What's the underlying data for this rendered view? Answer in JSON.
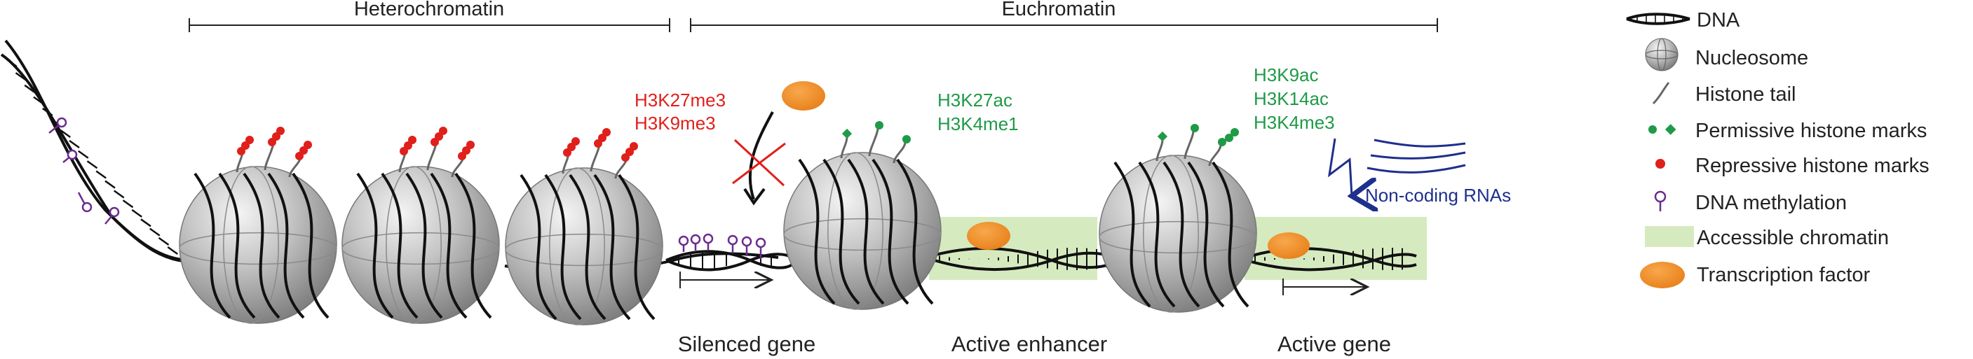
{
  "regions": {
    "heterochromatin": "Heterochromatin",
    "euchromatin": "Euchromatin"
  },
  "gene_labels": {
    "silenced_gene": "Silenced gene",
    "active_enhancer": "Active enhancer",
    "active_gene": "Active gene"
  },
  "marks": {
    "repressive": [
      "H3K27me3",
      "H3K9me3"
    ],
    "enhancer": [
      "H3K27ac",
      "H3K4me1"
    ],
    "promoter": [
      "H3K9ac",
      "H3K14ac",
      "H3K4me3"
    ]
  },
  "rna_label": "Non-coding RNAs",
  "legend": {
    "items": [
      {
        "icon": "dna-icon",
        "label": "DNA"
      },
      {
        "icon": "nucleosome-icon",
        "label": "Nucleosome"
      },
      {
        "icon": "histone-tail-icon",
        "label": "Histone tail"
      },
      {
        "icon": "permissive-marks-icon",
        "label": "Permissive histone marks"
      },
      {
        "icon": "repressive-marks-icon",
        "label": "Repressive histone marks"
      },
      {
        "icon": "dna-methylation-icon",
        "label": "DNA methylation"
      },
      {
        "icon": "accessible-chromatin-icon",
        "label": "Accessible chromatin"
      },
      {
        "icon": "transcription-factor-icon",
        "label": "Transcription factor"
      }
    ]
  },
  "colors": {
    "repressive": "#e0201b",
    "permissive": "#1f9a47",
    "methylation": "#6a2c8e",
    "rna": "#1e2f8c",
    "accessible": "#d6eabf",
    "transcription_factor": "#f08a24"
  }
}
